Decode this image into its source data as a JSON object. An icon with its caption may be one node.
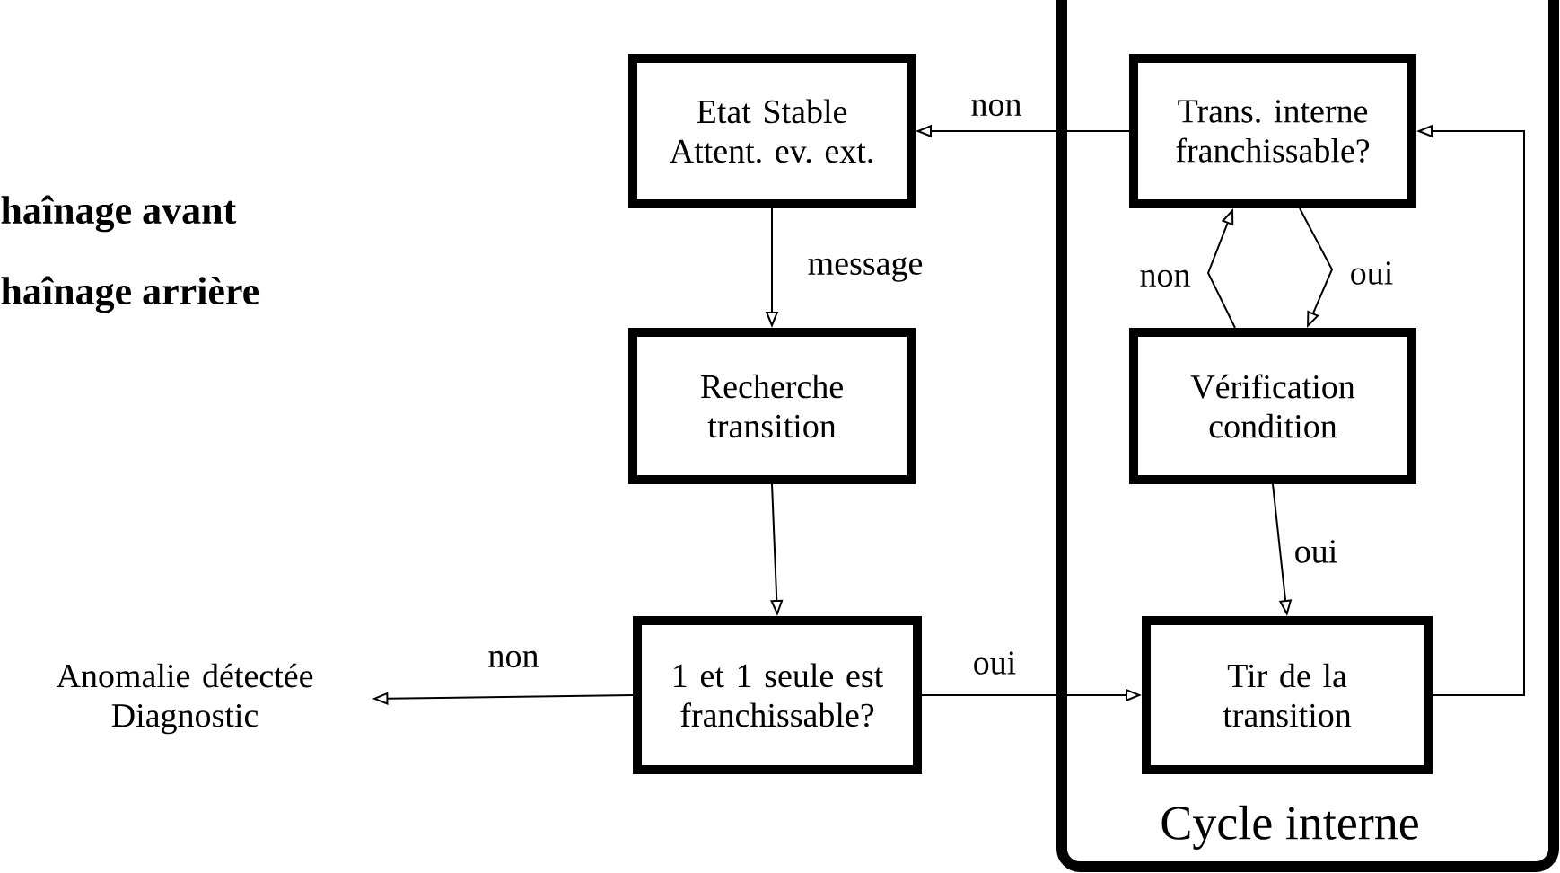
{
  "diagram": {
    "nodes": [
      {
        "text": [
          "Cycle interne"
        ]
      },
      {
        "text": [
          "Etat Stable Attent. ev. ext."
        ]
      },
      {
        "text": [
          "Trans. interne franchissable?"
        ],
        "in": 0
      },
      {
        "text": [
          "Recherche transition"
        ]
      },
      {
        "text": [
          "Vérification condition"
        ],
        "in": 0
      },
      {
        "text": [
          "1 et 1 seule est franchissable?"
        ]
      },
      {
        "text": [
          "Tir de la transition"
        ],
        "in": 0
      },
      {
        "text": [
          "Anomalie détectée Diagnostic"
        ]
      }
    ],
    "edges": [
      {
        "from": 2,
        "to": 1,
        "arrow": "to",
        "label": "non"
      },
      {
        "from": 1,
        "to": 3,
        "arrow": "to",
        "label": "message"
      },
      {
        "from": 4,
        "to": 2,
        "arrow": "to",
        "label": "non"
      },
      {
        "from": 2,
        "to": 4,
        "arrow": "to",
        "label": "oui"
      },
      {
        "from": 3,
        "to": 5,
        "arrow": "to"
      },
      {
        "from": 4,
        "to": 6,
        "arrow": "to",
        "label": "oui"
      },
      {
        "from": 5,
        "to": 7,
        "arrow": "to",
        "label": "non"
      },
      {
        "from": 5,
        "to": 6,
        "arrow": "to",
        "label": "oui"
      },
      {
        "from": 6,
        "to": 2,
        "arrow": "to"
      }
    ],
    "labels": [
      "haînage avant",
      "haînage arrière"
    ]
  }
}
